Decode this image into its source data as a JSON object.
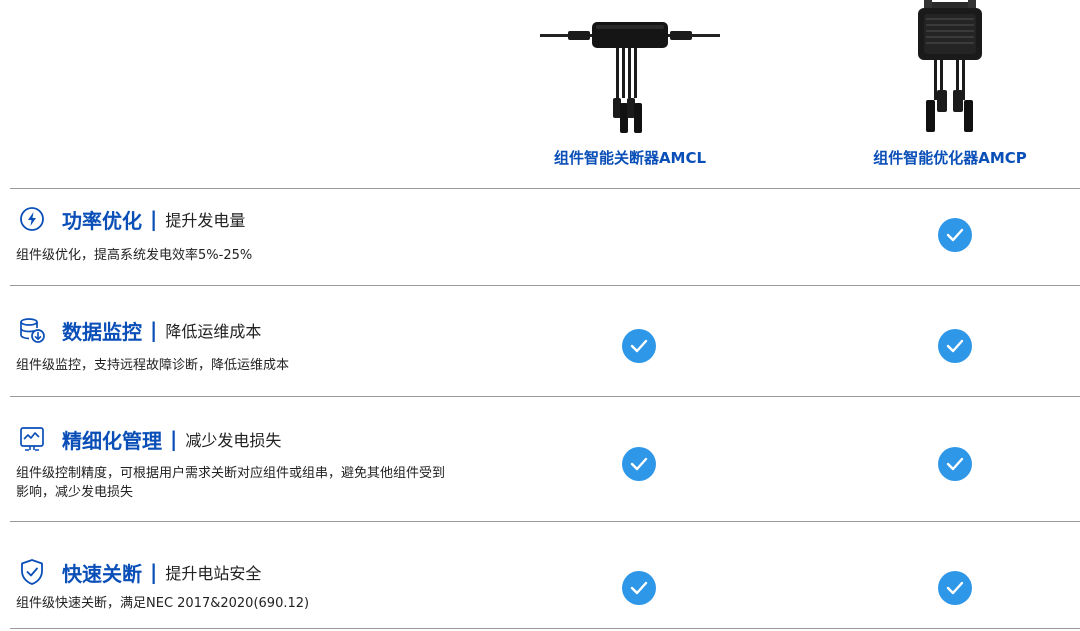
{
  "products": [
    {
      "name": "组件智能关断器AMCL"
    },
    {
      "name": "组件智能优化器AMCP"
    }
  ],
  "features": [
    {
      "icon": "lightning-icon",
      "name": "功率优化",
      "separator": "|",
      "subtitle": "提升发电量",
      "description": "组件级优化，提高系统发电效率5%-25%",
      "amcl": false,
      "amcp": true
    },
    {
      "icon": "database-download-icon",
      "name": "数据监控",
      "separator": "|",
      "subtitle": "降低运维成本",
      "description": "组件级监控，支持远程故障诊断，降低运维成本",
      "amcl": true,
      "amcp": true
    },
    {
      "icon": "monitor-chart-icon",
      "name": "精细化管理",
      "separator": "|",
      "subtitle": "减少发电损失",
      "description": "组件级控制精度，可根据用户需求关断对应组件或组串，避免其他组件受到影响，减少发电损失",
      "amcl": true,
      "amcp": true
    },
    {
      "icon": "shield-check-icon",
      "name": "快速关断",
      "separator": "|",
      "subtitle": "提升电站安全",
      "description": "组件级快速关断，满足NEC 2017&2020(690.12)",
      "amcl": true,
      "amcp": true
    }
  ],
  "colors": {
    "accent_blue": "#0a4fb8",
    "check_blue": "#2f97e8",
    "divider": "#9a9a9a"
  }
}
